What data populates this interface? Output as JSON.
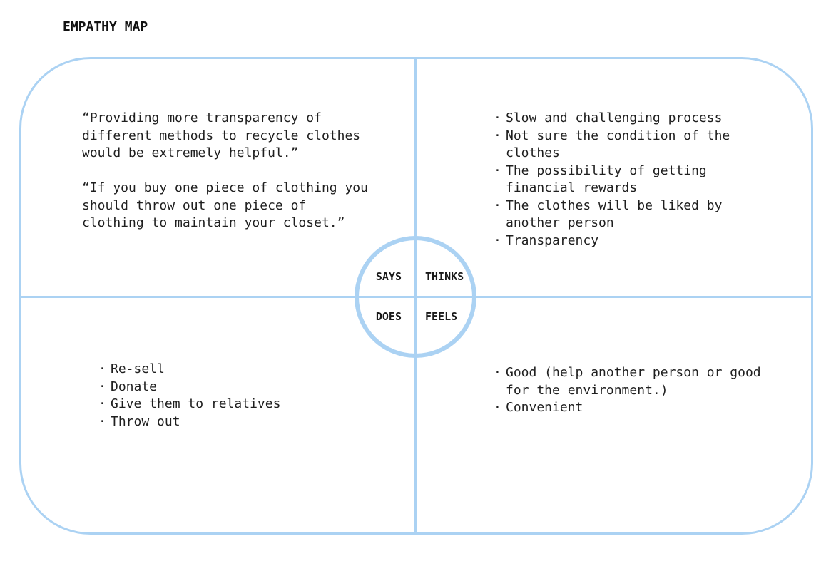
{
  "title": "EMPATHY MAP",
  "bullet_char": "·",
  "colors": {
    "accent": "#ABD2F3",
    "text": "#1F1F1F",
    "background": "#FFFFFF"
  },
  "quadrants": {
    "says": {
      "label": "SAYS",
      "quotes": [
        "“Providing more transparency of different methods to recycle clothes would be extremely helpful.”",
        "“If you buy one piece of clothing you should throw out one piece of clothing to maintain your closet.”"
      ]
    },
    "thinks": {
      "label": "THINKS",
      "items": [
        "Slow and challenging process",
        "Not sure the condition of the clothes",
        "The possibility of getting financial rewards",
        "The clothes will be liked by another person",
        "Transparency"
      ]
    },
    "does": {
      "label": "DOES",
      "items": [
        "Re-sell",
        "Donate",
        "Give them to relatives",
        "Throw out"
      ]
    },
    "feels": {
      "label": "FEELS",
      "items": [
        "Good (help another person or good for the environment.)",
        "Convenient"
      ]
    }
  }
}
